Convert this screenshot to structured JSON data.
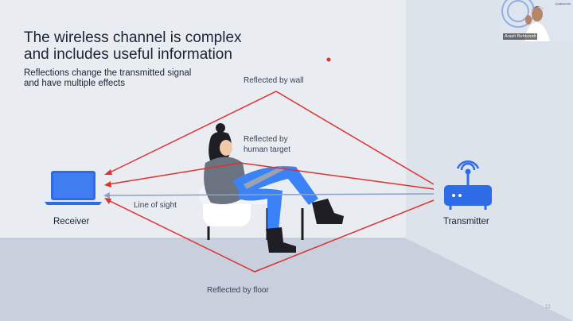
{
  "slide": {
    "title_lines": [
      "The wireless channel is complex",
      "and includes useful information"
    ],
    "subtitle_lines": [
      "Reflections change the transmitted signal",
      "and have multiple effects"
    ],
    "labels": {
      "reflected_wall": "Reflected by wall",
      "reflected_human": [
        "Reflected by",
        "human target"
      ],
      "line_of_sight": "Line of sight",
      "reflected_floor": "Reflected by floor",
      "receiver": "Receiver",
      "transmitter": "Transmitter"
    },
    "page_number": "11"
  },
  "video": {
    "participant_name": "Arash Behboodi",
    "brand": "Qualcomm"
  },
  "colors": {
    "signal_red": "#e0302f",
    "device_blue": "#2e6be6",
    "line_of_sight_blue": "#8aa2c8",
    "wall": "#e9edf2",
    "floor": "#c7d0dc"
  },
  "icons": [
    "laptop-icon",
    "router-icon",
    "person-illustration",
    "chair-illustration",
    "pointer-dot-icon"
  ]
}
